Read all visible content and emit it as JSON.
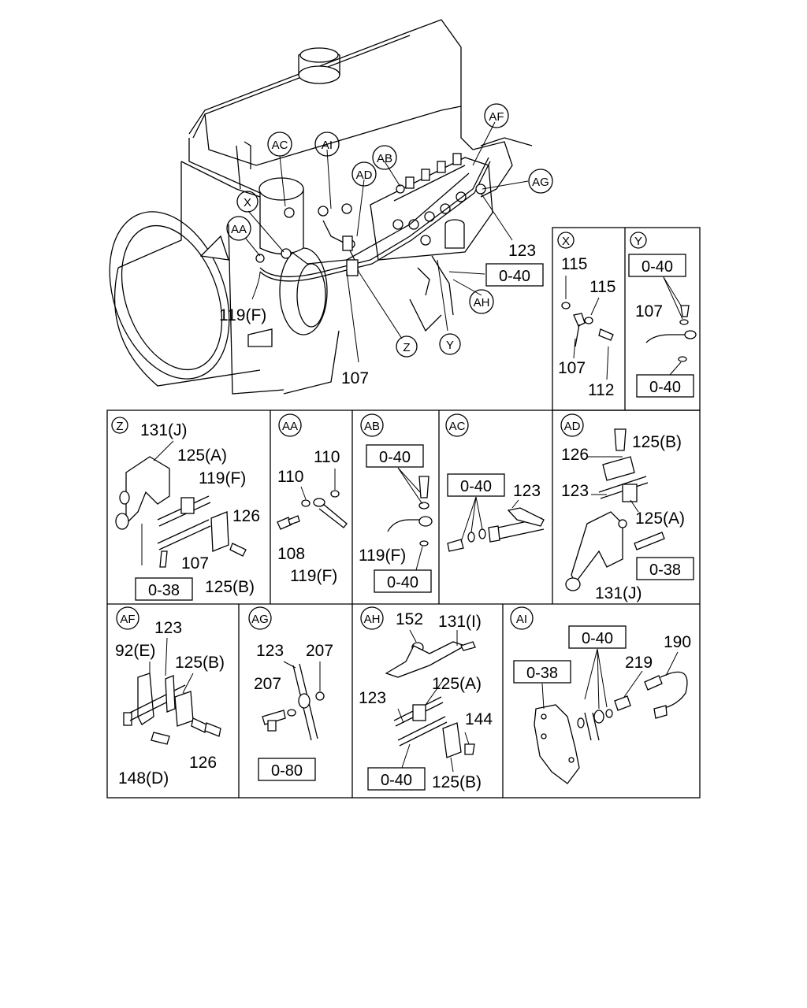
{
  "engine": {
    "callouts": [
      "AC",
      "AI",
      "AB",
      "AD",
      "AF",
      "AG",
      "X",
      "AA",
      "AH",
      "Y",
      "Z"
    ],
    "labels": [
      "119(F)",
      "107",
      "123"
    ],
    "refs": [
      "0-40"
    ]
  },
  "panel_x": {
    "tag": "X",
    "labels": [
      "115",
      "115",
      "107",
      "112"
    ]
  },
  "panel_y": {
    "tag": "Y",
    "labels": [
      "107"
    ],
    "refs": [
      "0-40",
      "0-40"
    ]
  },
  "panel_z": {
    "tag": "Z",
    "labels": [
      "131(J)",
      "125(A)",
      "119(F)",
      "126",
      "107",
      "125(B)"
    ],
    "refs": [
      "0-38"
    ]
  },
  "panel_aa": {
    "tag": "AA",
    "labels": [
      "110",
      "110",
      "108",
      "119(F)"
    ]
  },
  "panel_ab": {
    "tag": "AB",
    "labels": [
      "119(F)"
    ],
    "refs": [
      "0-40",
      "0-40"
    ]
  },
  "panel_ac": {
    "tag": "AC",
    "labels": [
      "123"
    ],
    "refs": [
      "0-40"
    ]
  },
  "panel_ad": {
    "tag": "AD",
    "labels": [
      "126",
      "125(B)",
      "123",
      "125(A)",
      "131(J)"
    ],
    "refs": [
      "0-38"
    ]
  },
  "panel_af": {
    "tag": "AF",
    "labels": [
      "123",
      "92(E)",
      "125(B)",
      "148(D)",
      "126"
    ]
  },
  "panel_ag": {
    "tag": "AG",
    "labels": [
      "123",
      "207",
      "207"
    ],
    "refs": [
      "0-80"
    ]
  },
  "panel_ah": {
    "tag": "AH",
    "labels": [
      "152",
      "131(I)",
      "125(A)",
      "123",
      "144",
      "125(B)"
    ],
    "refs": [
      "0-40"
    ]
  },
  "panel_ai": {
    "tag": "AI",
    "labels": [
      "190",
      "219"
    ],
    "refs": [
      "0-40",
      "0-38"
    ]
  }
}
